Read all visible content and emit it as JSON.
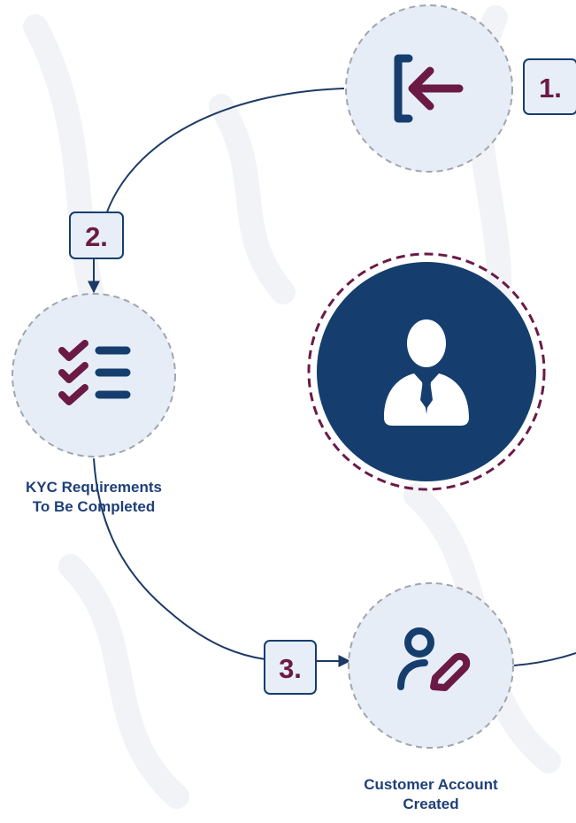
{
  "steps": [
    {
      "number": "1.",
      "icon": "sign-in-arrow-icon",
      "label": ""
    },
    {
      "number": "2.",
      "icon": "checklist-icon",
      "label": "KYC Requirements To Be Completed"
    },
    {
      "number": "3.",
      "icon": "user-edit-icon",
      "label": "Customer Account Created"
    }
  ],
  "labels": {
    "kyc_line1": "KYC Requirements",
    "kyc_line2": "To Be Completed",
    "account_line1": "Customer Account",
    "account_line2": "Created"
  },
  "center": {
    "icon": "businessman-avatar-icon"
  },
  "colors": {
    "navy": "#153e6e",
    "maroon": "#6b1a45",
    "circle_fill": "#e6edf6",
    "box_fill": "#e8eef7",
    "dashed_border": "#a0a6ad",
    "connector": "#1c3a66",
    "label_text": "#1f3f78"
  }
}
